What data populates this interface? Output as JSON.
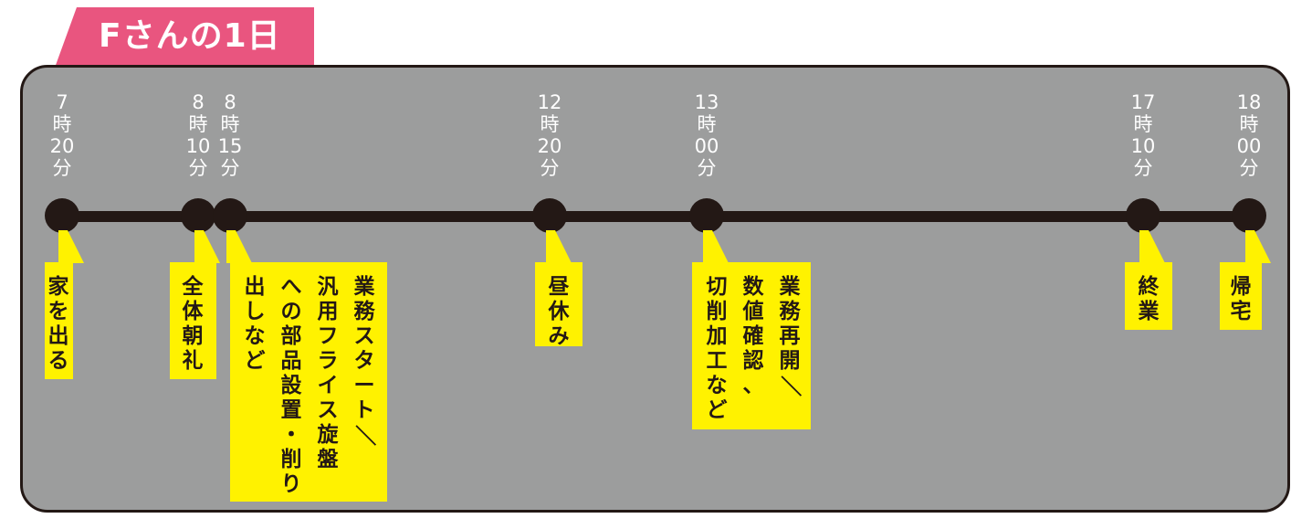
{
  "title": "Fさんの1日",
  "colors": {
    "tab": "#e9557f",
    "panel": "#9c9d9d",
    "line": "#231815",
    "callout": "#fff200",
    "time_text": "#ffffff"
  },
  "timeline": [
    {
      "time": [
        "7",
        "時",
        "20",
        "分"
      ],
      "label_columns": [
        "家を出る"
      ]
    },
    {
      "time": [
        "8",
        "時",
        "10",
        "分"
      ],
      "label_columns": [
        "全体朝礼"
      ]
    },
    {
      "time": [
        "8",
        "時",
        "15",
        "分"
      ],
      "label_columns": [
        "業務スタート／",
        "汎用フライス旋盤",
        "への部品設置・削り",
        "出しなど"
      ]
    },
    {
      "time": [
        "12",
        "時",
        "20",
        "分"
      ],
      "label_columns": [
        "昼休み"
      ]
    },
    {
      "time": [
        "13",
        "時",
        "00",
        "分"
      ],
      "label_columns": [
        "業務再開／",
        "数値確認、",
        "切削加工など"
      ]
    },
    {
      "time": [
        "17",
        "時",
        "10",
        "分"
      ],
      "label_columns": [
        "終業"
      ]
    },
    {
      "time": [
        "18",
        "時",
        "00",
        "分"
      ],
      "label_columns": [
        "帰宅"
      ]
    }
  ]
}
